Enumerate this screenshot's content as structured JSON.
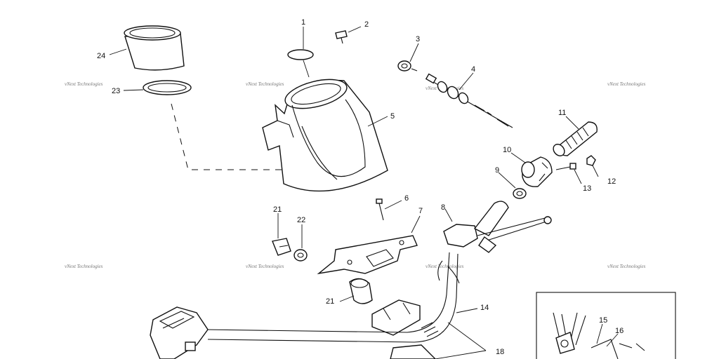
{
  "callouts": [
    {
      "id": "c1",
      "text": "1"
    },
    {
      "id": "c2",
      "text": "2"
    },
    {
      "id": "c3",
      "text": "3"
    },
    {
      "id": "c4",
      "text": "4"
    },
    {
      "id": "c5",
      "text": "5"
    },
    {
      "id": "c6",
      "text": "6"
    },
    {
      "id": "c7",
      "text": "7"
    },
    {
      "id": "c8",
      "text": "8"
    },
    {
      "id": "c9",
      "text": "9"
    },
    {
      "id": "c10",
      "text": "10"
    },
    {
      "id": "c11",
      "text": "11"
    },
    {
      "id": "c12",
      "text": "12"
    },
    {
      "id": "c13",
      "text": "13"
    },
    {
      "id": "c14",
      "text": "14"
    },
    {
      "id": "c15",
      "text": "15"
    },
    {
      "id": "c16",
      "text": "16"
    },
    {
      "id": "c18",
      "text": "18"
    },
    {
      "id": "c21a",
      "text": "21"
    },
    {
      "id": "c21b",
      "text": "21"
    },
    {
      "id": "c22",
      "text": "22"
    },
    {
      "id": "c23",
      "text": "23"
    },
    {
      "id": "c24",
      "text": "24"
    }
  ],
  "watermark": "vNext Technologies"
}
